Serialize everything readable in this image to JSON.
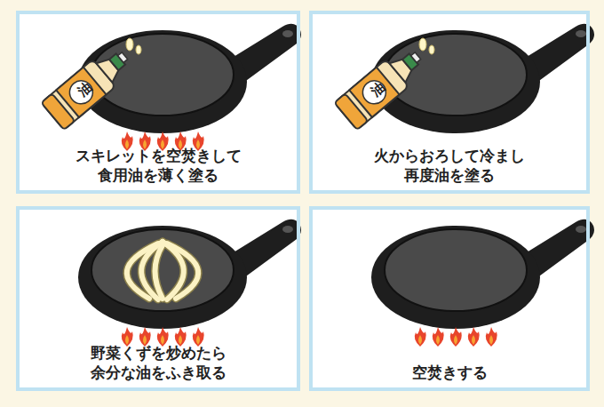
{
  "diagram": {
    "nodes": [
      {
        "text": [
          "スキレットを空焚きして 食用油を薄く塗る"
        ]
      },
      {
        "text": [
          "火からおろして冷まし 再度油を塗る"
        ]
      },
      {
        "text": [
          "野菜くずを炒めたら 余分な油をふき取る"
        ]
      },
      {
        "text": [
          "空焚きする"
        ]
      }
    ],
    "labels": [
      "油",
      "油"
    ]
  }
}
